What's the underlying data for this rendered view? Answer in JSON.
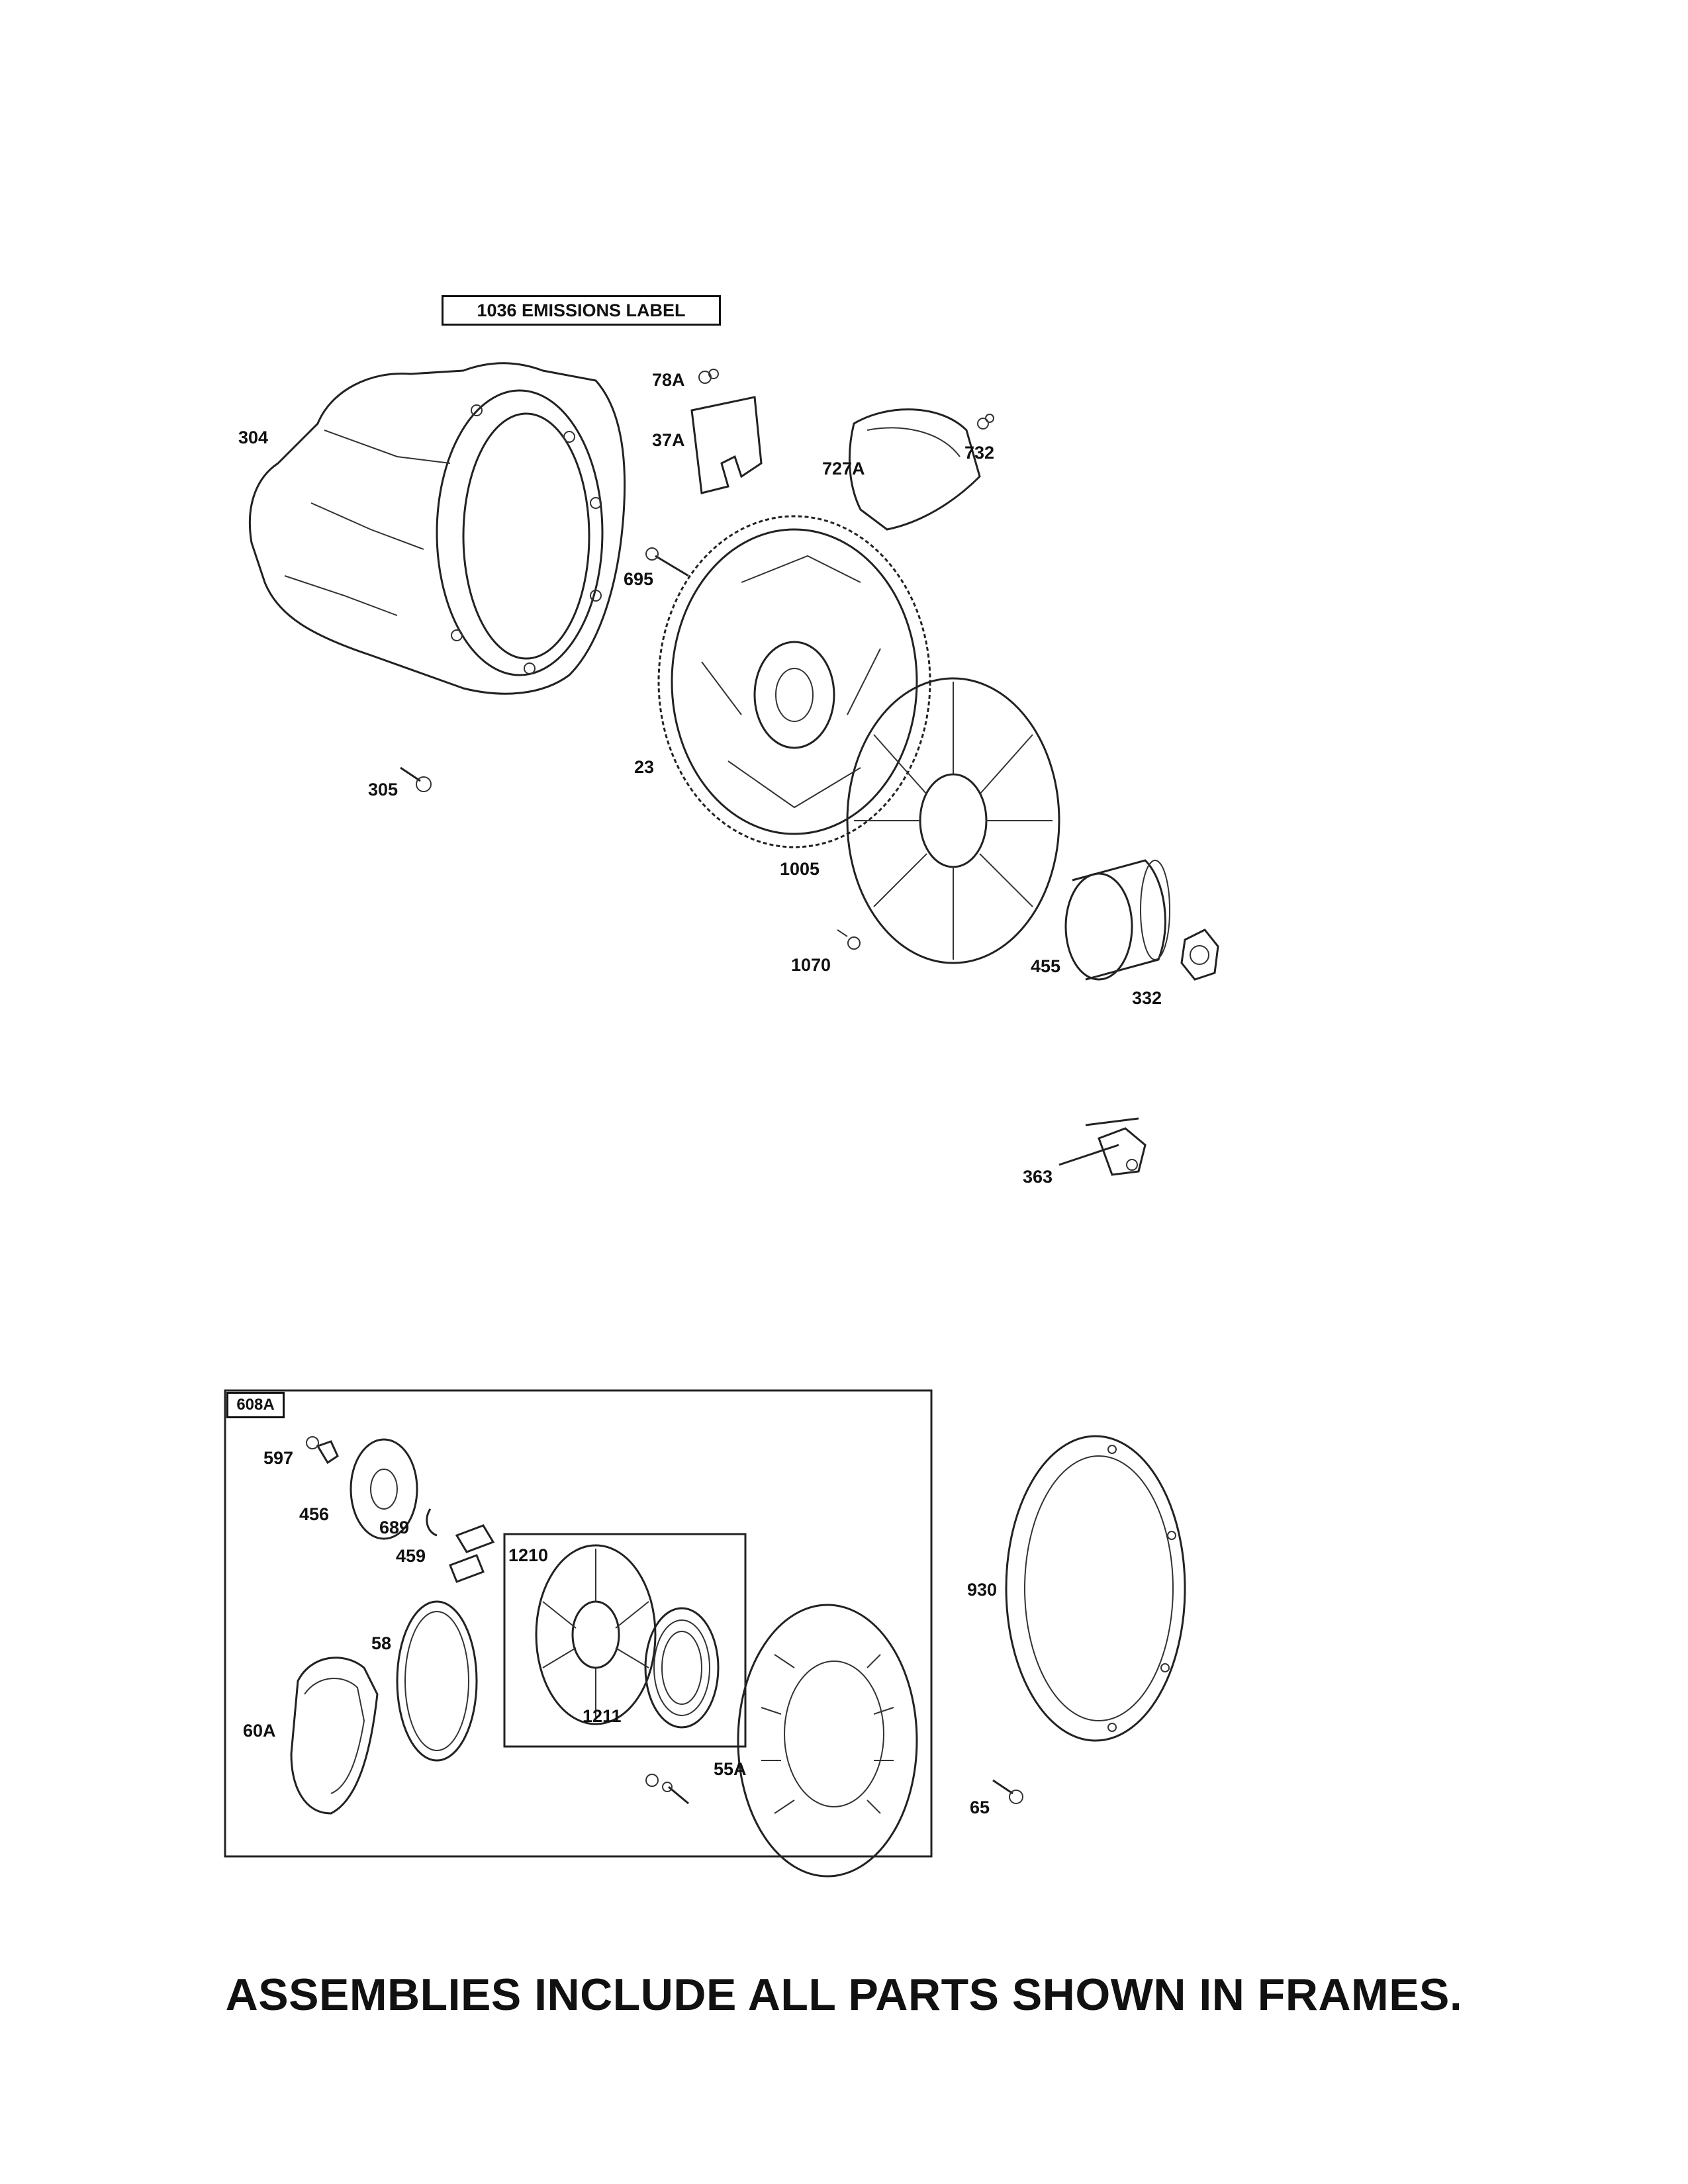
{
  "emissions_label": "1036 EMISSIONS LABEL",
  "parts": {
    "p78A": "78A",
    "p37A": "37A",
    "p727A": "727A",
    "p732": "732",
    "p304": "304",
    "p695": "695",
    "p23": "23",
    "p305": "305",
    "p1005": "1005",
    "p1070": "1070",
    "p455": "455",
    "p332": "332",
    "p363": "363",
    "p597": "597",
    "p456": "456",
    "p689": "689",
    "p459": "459",
    "p1210": "1210",
    "p58": "58",
    "p60A": "60A",
    "p1211": "1211",
    "p55A": "55A",
    "p930": "930",
    "p65": "65"
  },
  "frame_label": "608A",
  "footer": "ASSEMBLIES INCLUDE ALL PARTS SHOWN IN FRAMES."
}
